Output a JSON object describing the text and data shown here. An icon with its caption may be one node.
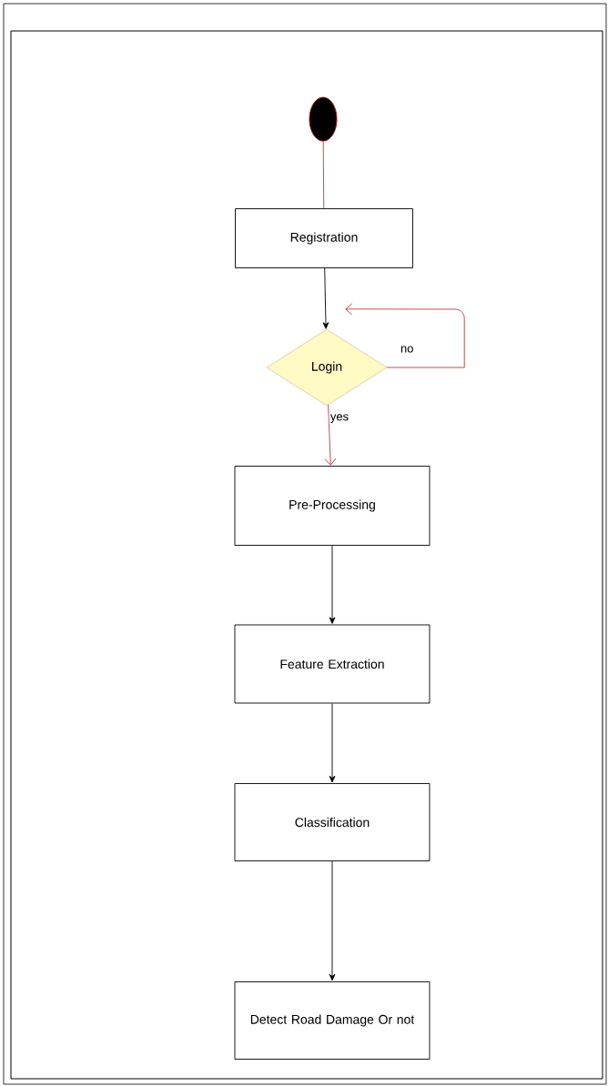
{
  "diagram": {
    "nodes": [
      {
        "text": [],
        "shape": "circle"
      },
      {
        "text": [
          "Registration"
        ]
      },
      {
        "text": [
          "Login"
        ]
      },
      {
        "text": [
          "Pre-Processing"
        ]
      },
      {
        "text": [
          "Feature Extraction"
        ]
      },
      {
        "text": [
          "Classification"
        ]
      },
      {
        "text": [
          "Detect Road Damage Or not"
        ]
      }
    ],
    "edges": [
      {
        "from": 0,
        "to": 1,
        "arrow": "none",
        "color": "#c0393f"
      },
      {
        "from": 1,
        "to": 2,
        "arrow": "to"
      },
      {
        "from": 2,
        "to": 2,
        "arrow": "to",
        "label": "no",
        "color": "#c0393f"
      },
      {
        "from": 2,
        "to": 3,
        "arrow": "to",
        "label": "yes",
        "color": "#c0393f"
      },
      {
        "from": 3,
        "to": 4,
        "arrow": "to"
      },
      {
        "from": 4,
        "to": 5,
        "arrow": "to"
      },
      {
        "from": 5,
        "to": 6,
        "arrow": "to"
      }
    ]
  }
}
